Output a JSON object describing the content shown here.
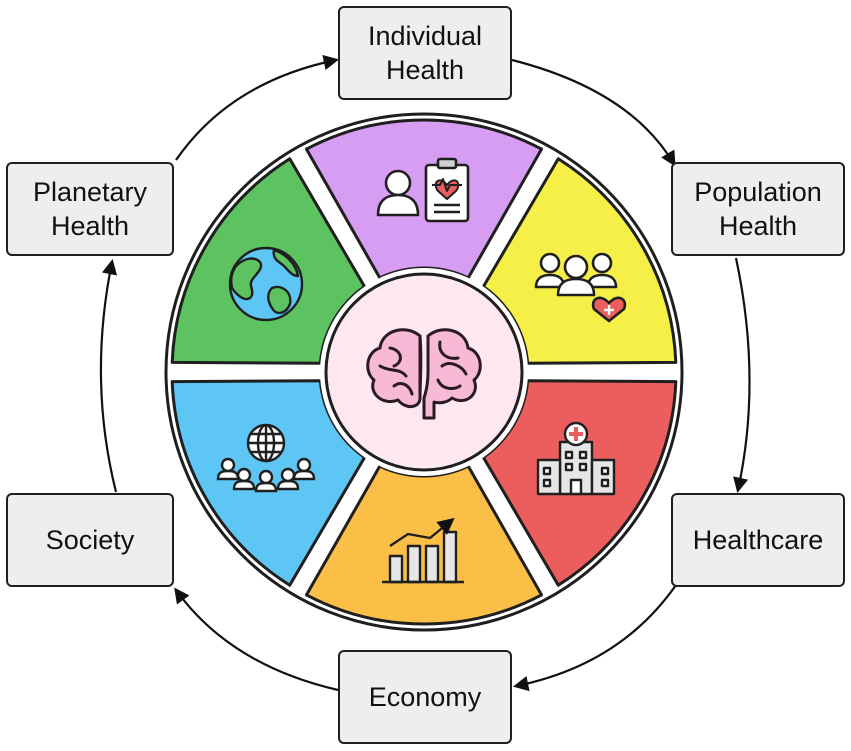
{
  "nodes": [
    {
      "id": "individual",
      "label": "Individual\nHealth",
      "color": "#d79df2",
      "icon": "patient-clipboard-icon"
    },
    {
      "id": "population",
      "label": "Population\nHealth",
      "color": "#f5ef48",
      "icon": "group-heart-icon"
    },
    {
      "id": "healthcare",
      "label": "Healthcare",
      "color": "#ec5e5e",
      "icon": "hospital-icon"
    },
    {
      "id": "economy",
      "label": "Economy",
      "color": "#fbbf48",
      "icon": "bar-chart-growth-icon"
    },
    {
      "id": "society",
      "label": "Society",
      "color": "#5ec6f5",
      "icon": "globe-people-icon"
    },
    {
      "id": "planetary",
      "label": "Planetary\nHealth",
      "color": "#5dc260",
      "icon": "earth-globe-icon"
    }
  ],
  "center": {
    "icon": "brain-icon",
    "color": "#fde8f1"
  },
  "colors": {
    "box_fill": "#eeeeee",
    "outline": "#1f1f1f",
    "arrow": "#111111"
  },
  "cycle_direction": "clockwise"
}
